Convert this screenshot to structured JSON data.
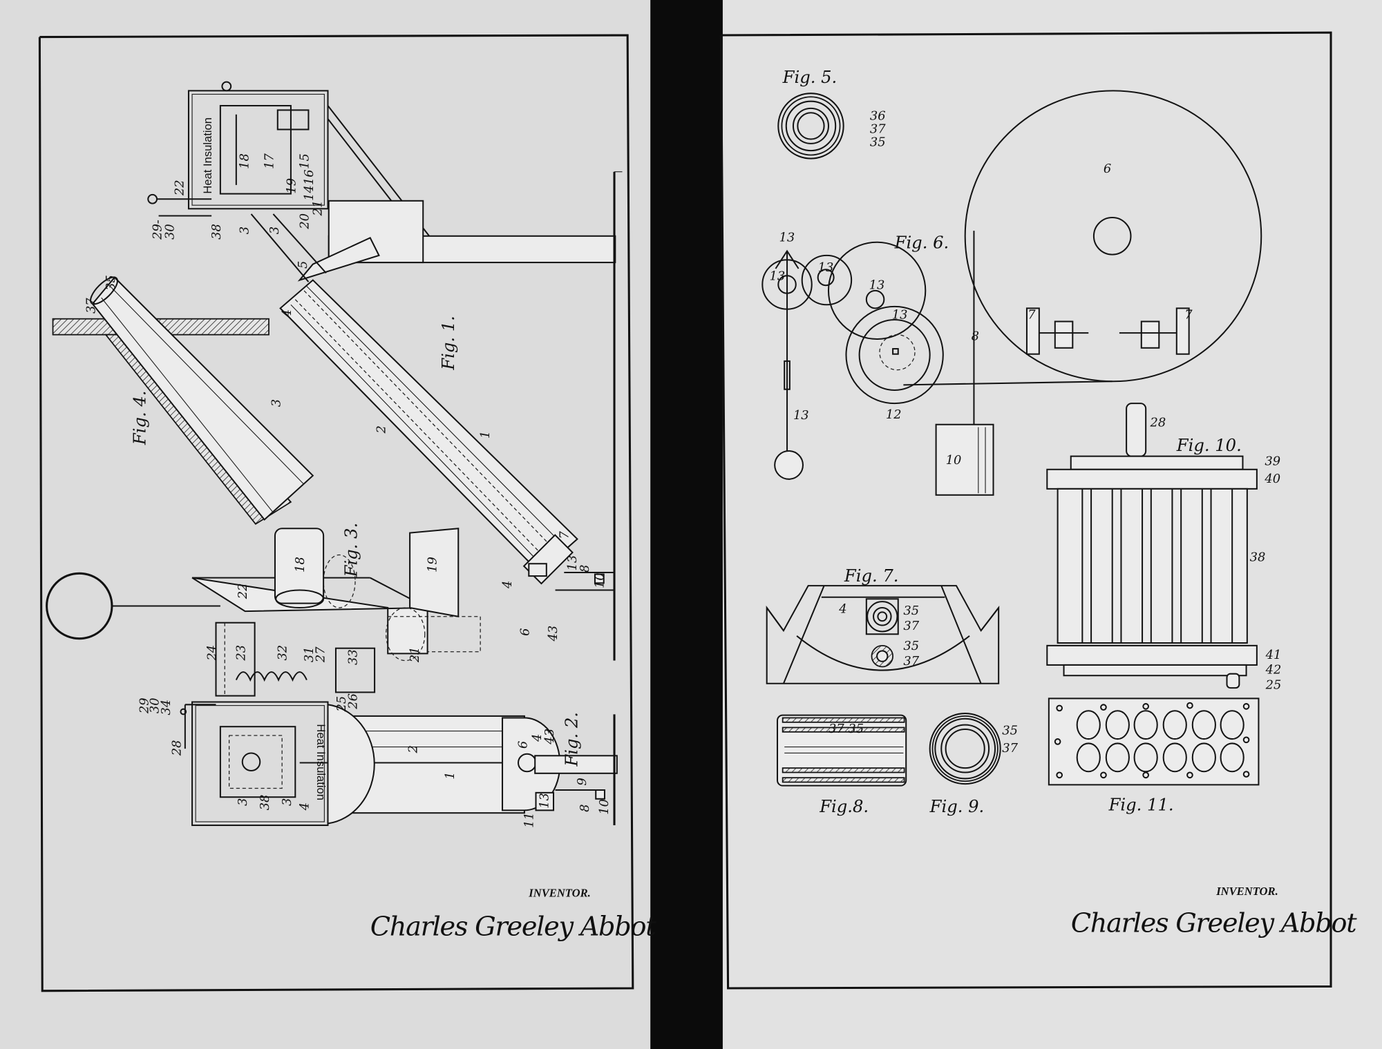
{
  "left_sheet": {
    "fig1": {
      "title": "Fig. 1.",
      "heat_insulation": "Heat Insulation",
      "labels": [
        "18",
        "17",
        "15",
        "19",
        "1416",
        "22",
        "20",
        "21",
        "29-",
        "30",
        "38",
        "3",
        "3",
        "5",
        "4",
        "2",
        "1",
        "7",
        "13",
        "8",
        "10",
        "4",
        "6",
        "43"
      ]
    },
    "fig2": {
      "title": "Fig. 2.",
      "heat_insulation": "Heat Insulation",
      "labels": [
        "24",
        "23",
        "32",
        "31",
        "27",
        "33",
        "26",
        "25",
        "29",
        "30",
        "34",
        "28",
        "2",
        "1",
        "6",
        "4",
        "43",
        "3",
        "38",
        "3",
        "4",
        "9",
        "8",
        "10",
        "11",
        "13"
      ]
    },
    "fig3": {
      "title": "Fig. 3.",
      "labels": [
        "18",
        "19",
        "22",
        "21"
      ]
    },
    "fig4": {
      "title": "Fig. 4.",
      "labels": [
        "37",
        "35",
        "3"
      ]
    },
    "inventor_label": "INVENTOR.",
    "signature": "Charles Greeley Abbot"
  },
  "right_sheet": {
    "fig5": {
      "title": "Fig. 5.",
      "labels": [
        "36",
        "37",
        "35"
      ]
    },
    "fig6": {
      "title": "Fig. 6.",
      "labels": [
        "6",
        "13",
        "13",
        "13",
        "13",
        "13",
        "12",
        "13",
        "8",
        "10",
        "7",
        "7"
      ]
    },
    "fig7": {
      "title": "Fig. 7.",
      "labels": [
        "4",
        "35",
        "37",
        "35",
        "37"
      ]
    },
    "fig8": {
      "title": "Fig.8.",
      "labels": [
        "37 35"
      ]
    },
    "fig9": {
      "title": "Fig. 9.",
      "labels": [
        "35",
        "37"
      ]
    },
    "fig10": {
      "title": "Fig. 10.",
      "labels": [
        "28",
        "39",
        "40",
        "38",
        "41",
        "42",
        "25"
      ]
    },
    "fig11": {
      "title": "Fig. 11."
    },
    "inventor_label": "INVENTOR.",
    "signature": "Charles Greeley Abbot"
  },
  "colors": {
    "paper_left": "#dedede",
    "paper_right": "#e4e4e4",
    "gap": "#0b0b0b",
    "ink": "#141414"
  }
}
